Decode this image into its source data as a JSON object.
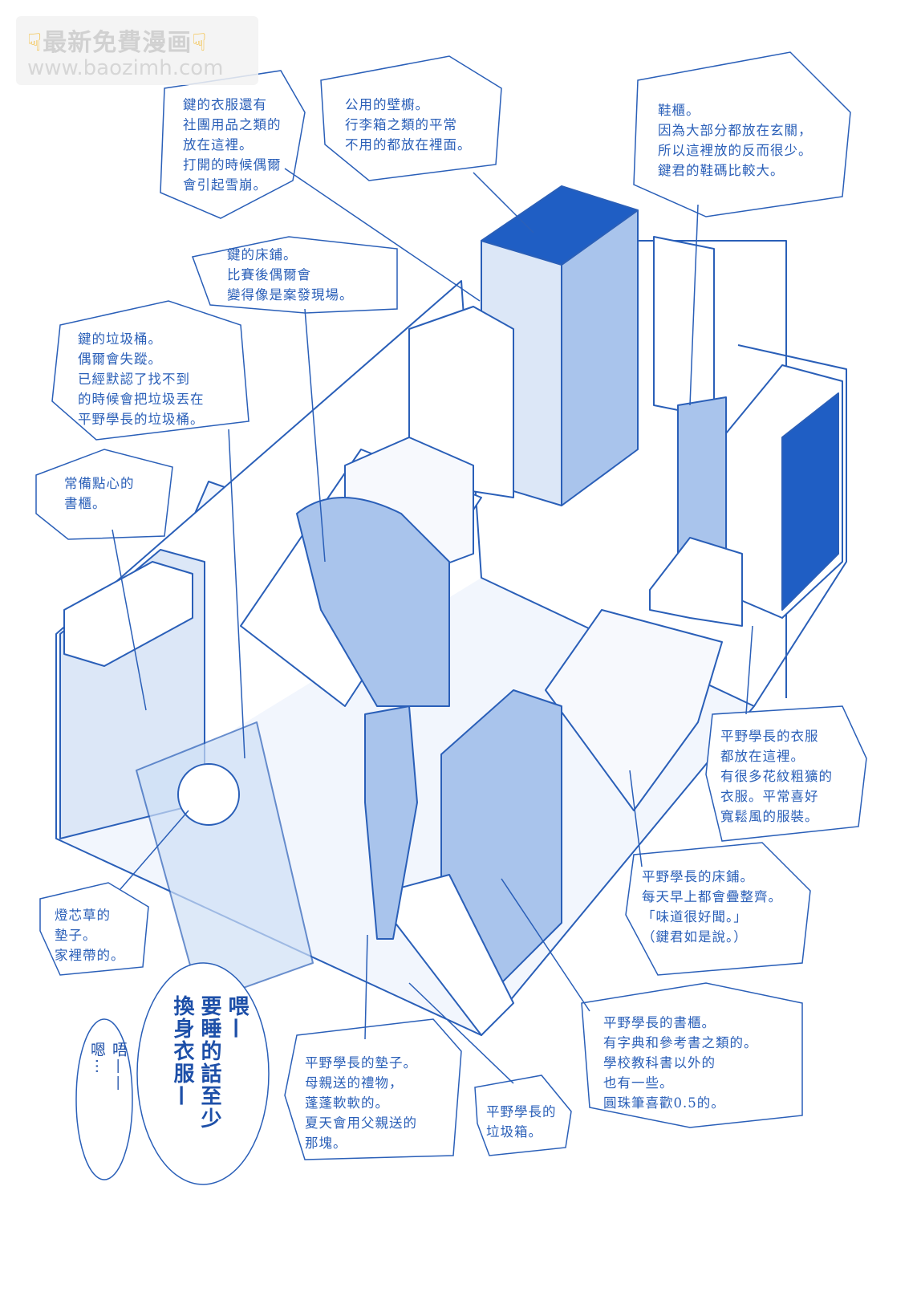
{
  "watermark": {
    "line1": "最新免費漫画",
    "line2": "www.baozimh.com",
    "hand_icon": "pointing-down-hand-icon"
  },
  "notes": {
    "key_closet": "鍵的衣服還有\n社團用品之類的\n放在這裡。\n打開的時候偶爾\n會引起雪崩。",
    "shared_closet": "公用的壁櫥。\n行李箱之類的平常\n不用的都放在裡面。",
    "shoe_cabinet": "鞋櫃。\n因為大部分都放在玄關，\n所以這裡放的反而很少。\n鍵君的鞋碼比較大。",
    "key_bed": "鍵的床鋪。\n比賽後偶爾會\n變得像是案發現場。",
    "key_trash": "鍵的垃圾桶。\n偶爾會失蹤。\n已經默認了找不到\n的時候會把垃圾丟在\n平野學長的垃圾桶。",
    "snack_shelf": "常備點心的\n書櫃。",
    "hirano_clothes": "平野學長的衣服\n都放在這裡。\n有很多花紋粗獷的\n衣服。平常喜好\n寬鬆風的服裝。",
    "hirano_bed": "平野學長的床鋪。\n每天早上都會疊整齊。\n「味道很好聞。」\n（鍵君如是說。）",
    "rush_mat": "燈芯草的\n墊子。\n家裡帶的。",
    "hirano_bookshelf": "平野學長的書櫃。\n有字典和參考書之類的。\n學校教科書以外的\n也有一些。\n圓珠筆喜歡0.5的。",
    "hirano_cushion": "平野學長的墊子。\n母親送的禮物，\n蓬蓬軟軟的。\n夏天會用父親送的\n那塊。",
    "hirano_trash": "平野學長的\n垃圾箱。"
  },
  "dialogue": {
    "main": "喂—\n要睡的話至少\n換身衣服—",
    "reply": "唔——\n嗯⋯"
  },
  "colors": {
    "ink": "#2a5fb8",
    "dark_fill": "#1f5ec4",
    "light_fill": "#a9c4ec",
    "pale_fill": "#dce7f7"
  }
}
